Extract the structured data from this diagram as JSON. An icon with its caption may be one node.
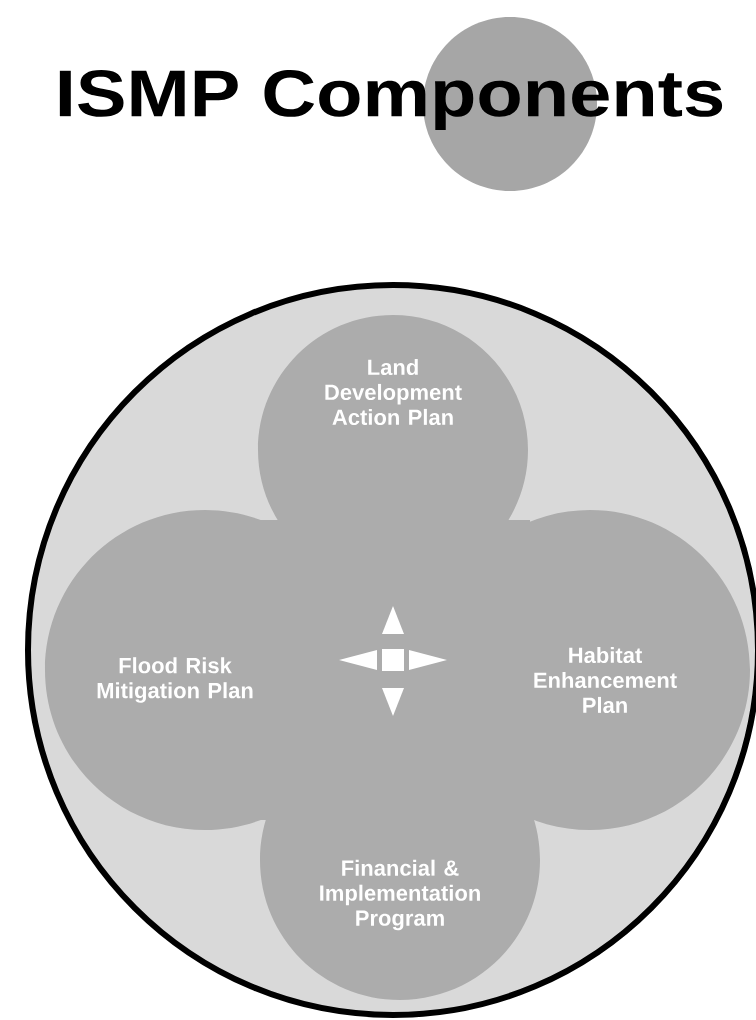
{
  "diagram": {
    "title": "ISMP Components",
    "nodes": [
      {
        "text": [],
        "shape": "circle"
      },
      {
        "text": [],
        "shape": "cloud",
        "in": 0
      },
      {
        "text": [
          "Land Development Action Plan"
        ],
        "in": 1
      },
      {
        "text": [
          "Flood Risk Mitigation Plan"
        ],
        "in": 1
      },
      {
        "text": [
          "Habitat Enhancement Plan"
        ],
        "in": 1
      },
      {
        "text": [
          "Financial & Implementation Program"
        ],
        "in": 1
      }
    ]
  }
}
